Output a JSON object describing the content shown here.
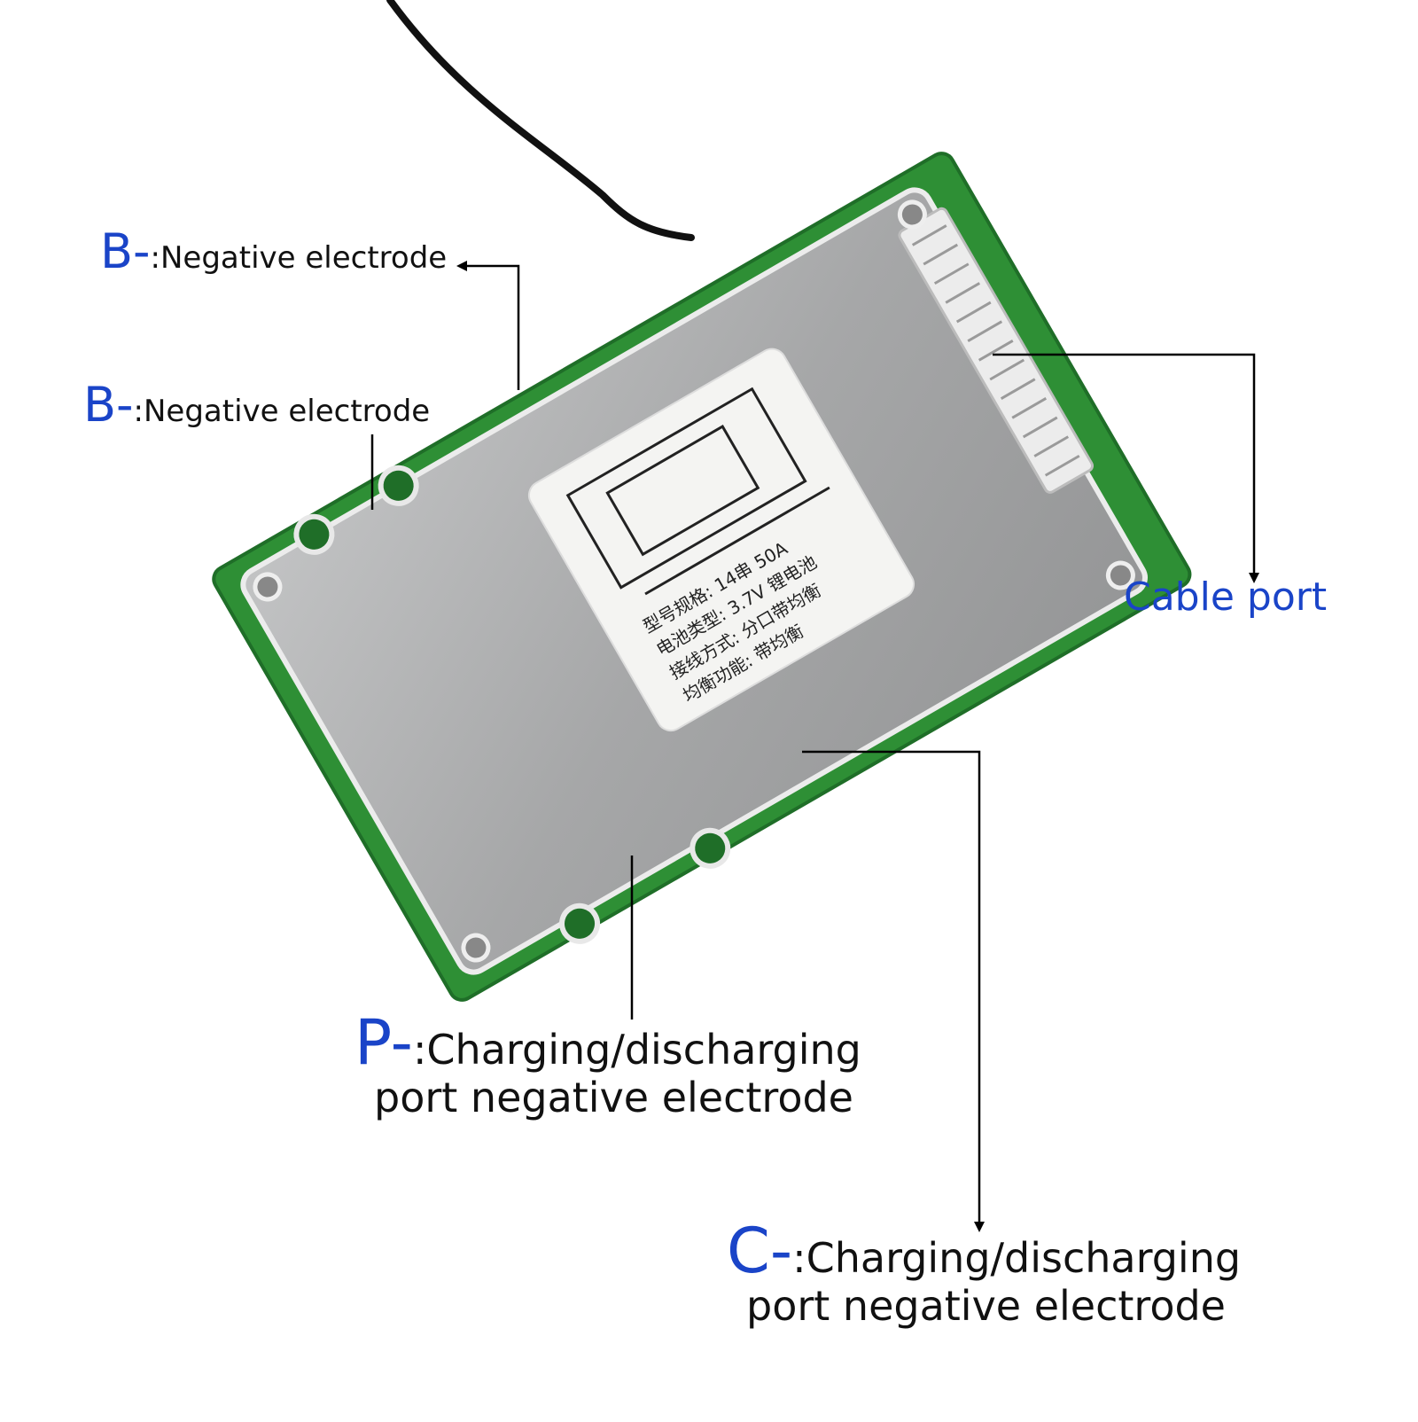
{
  "colors": {
    "label_key": "#1a44c8",
    "label_text": "#111111",
    "pcb_green": "#2e8f35",
    "pcb_green_dark": "#1f6e28",
    "shield_gray": "#a9aaab",
    "sticker": "#f4f4f2",
    "connector": "#ececec",
    "leader_line": "#000000"
  },
  "callouts": {
    "b_minus_top": {
      "key": "B-",
      "text": ":Negative electrode"
    },
    "b_minus_mid": {
      "key": "B-",
      "text": ":Negative electrode"
    },
    "cable_port": {
      "text": "Cable port"
    },
    "p_minus": {
      "key": "P-",
      "text_line1": ":Charging/discharging",
      "text_line2": "port negative electrode"
    },
    "c_minus": {
      "key": "C-",
      "text_line1": ":Charging/discharging",
      "text_line2": "port negative electrode"
    }
  },
  "sticker": {
    "lines": [
      "型号规格: 14串 50A",
      "电池类型: 3.7V 锂电池",
      "接线方式: 分口带均衡",
      "均衡功能: 带均衡"
    ]
  }
}
